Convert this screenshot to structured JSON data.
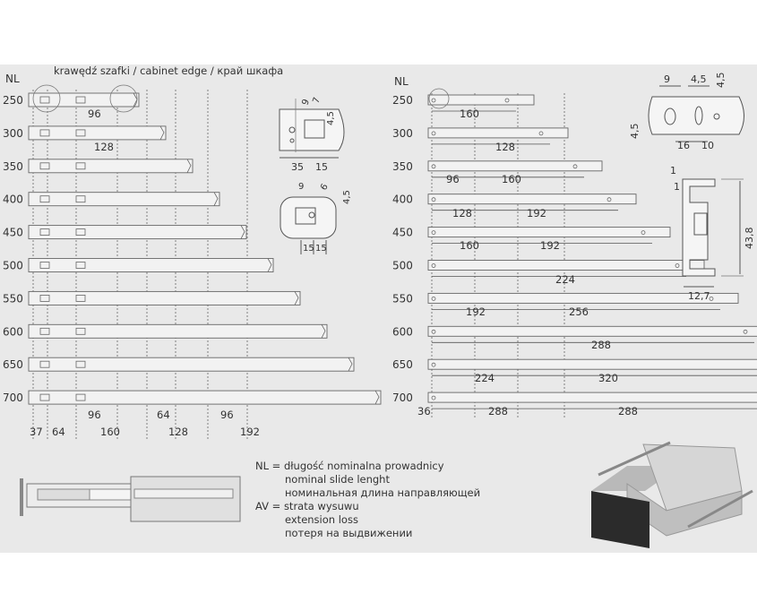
{
  "nl_label": "NL",
  "cabinet_edge_label": "krawędź szafki / cabinet edge / край шкафа",
  "left_rows": [
    "250",
    "300",
    "350",
    "400",
    "450",
    "500",
    "550",
    "600",
    "650",
    "700"
  ],
  "right_rows": [
    "250",
    "300",
    "350",
    "400",
    "450",
    "500",
    "550",
    "600",
    "650",
    "700"
  ],
  "left_bottom_dims": [
    "37",
    "64",
    "96",
    "160",
    "64",
    "128",
    "96",
    "192"
  ],
  "left_top_dims": [
    "96",
    "128"
  ],
  "right_dims": [
    "160",
    "128",
    "96",
    "160",
    "128",
    "192",
    "160",
    "192",
    "224",
    "192",
    "256",
    "288",
    "224",
    "320",
    "36",
    "288",
    "288"
  ],
  "detail_a_dims": [
    "35",
    "15",
    "9",
    "7",
    "4,5"
  ],
  "detail_b_dims": [
    "9",
    "6",
    "4,5",
    "15",
    "15"
  ],
  "detail_c_dims": [
    "9",
    "4,5",
    "4,5",
    "4,5",
    "16",
    "10"
  ],
  "profile_dims": [
    "1",
    "1",
    "43,8",
    "12,7"
  ],
  "legend": {
    "nl_line1": "NL = długość nominalna prowadnicy",
    "nl_line2": "nominal slide lenght",
    "nl_line3": "номинальная длина направляющей",
    "av_line1": "AV = strata wysuwu",
    "av_line2": "extension loss",
    "av_line3": "потеря на выдвижении"
  },
  "colors": {
    "panel_bg": "#e9e9e9",
    "slide_fill": "#f2f2f2",
    "line": "#555555",
    "text": "#333333"
  }
}
